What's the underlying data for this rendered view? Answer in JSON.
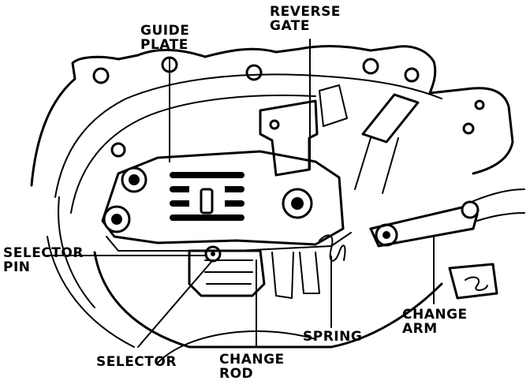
{
  "labels": {
    "guide_plate": [
      "GUIDE",
      "PLATE"
    ],
    "reverse_gate": [
      "REVERSE",
      "GATE"
    ],
    "selector_pin": [
      "SELECTOR",
      "PIN"
    ],
    "selector": "SELECTOR",
    "change_rod": [
      "CHANGE",
      "ROD"
    ],
    "spring": "SPRING",
    "change_arm": [
      "CHANGE",
      "ARM"
    ]
  },
  "colors": {
    "ink": "#000000",
    "paper": "#ffffff"
  }
}
